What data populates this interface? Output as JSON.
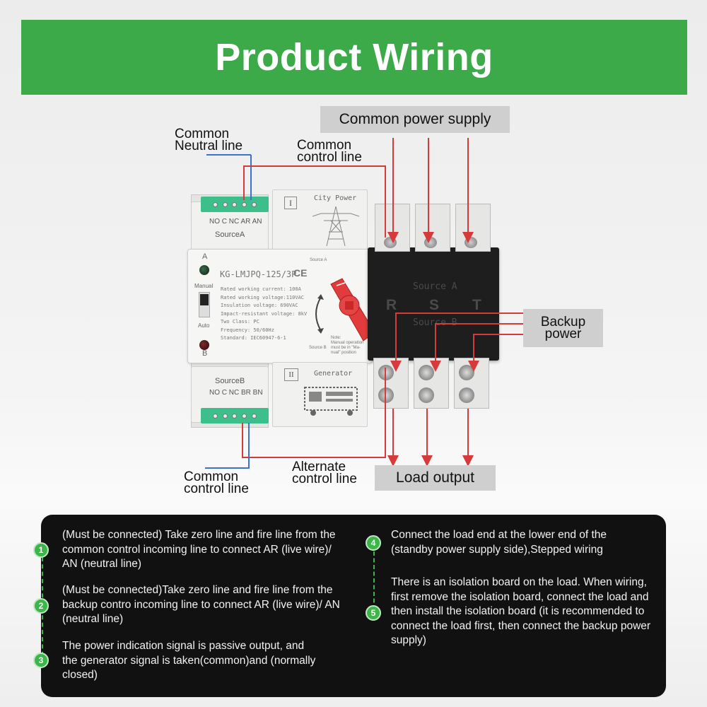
{
  "header": {
    "title": "Product Wiring"
  },
  "labels": {
    "common_power_supply": "Common power supply",
    "common_neutral_line": [
      "Common",
      "Neutral line"
    ],
    "common_control_line_top": [
      "Common",
      "control line"
    ],
    "backup_power": [
      "Backup",
      "power"
    ],
    "common_control_line_bottom": [
      "Common",
      "control line"
    ],
    "alternate_control_line": [
      "Alternate",
      "control line"
    ],
    "load_output": "Load output"
  },
  "device": {
    "model": "KG-LMJPQ-125/3P",
    "ce_mark": "CE",
    "terminals_a": "NO C NC AR AN",
    "source_a_label": "SourceA",
    "terminals_b": "NO C NC BR BN",
    "source_b_label": "SourceB",
    "indicator_a": "A",
    "indicator_b": "B",
    "manual": "Manual",
    "auto": "Auto",
    "city_power": "City Power",
    "roman_one": "I",
    "roman_two": "II",
    "generator": "Generator",
    "source_a_small": "Source A",
    "source_b_small": "Source B",
    "phase_r": "R",
    "phase_s": "S",
    "phase_t": "T",
    "block_source_a": "Source A",
    "block_source_b": "Source B",
    "specs": [
      "Rated working current:   100A",
      "Rated working voltage:110VAC",
      "Insulation voltage: 690VAC",
      "Impact-resistant voltage: 8kV",
      "Two Class:              PC",
      "Frequency:          50/60Hz",
      "Standard:       IEC60947-6-1"
    ],
    "note": [
      "Note:",
      "Manual operation",
      "must be in \"Ma-",
      "nual\" position"
    ]
  },
  "notes": {
    "steps": [
      {
        "num": "1",
        "text": "(Must be connected) Take zero line and fire line from the common control incoming line to connect AR (live wire)/ AN (neutral line)"
      },
      {
        "num": "2",
        "text": "(Must be connected)Take zero line and fire line from the backup contro incoming line to connect AR (live wire)/ AN (neutral line)"
      },
      {
        "num": "3",
        "text": "The power indication signal is passive output, and the generator signal is taken(common)and (normally closed)"
      },
      {
        "num": "4",
        "text": "Connect the load end at the lower end of the (standby power supply side),Stepped wiring"
      },
      {
        "num": "5",
        "text": "There is an isolation board on the load. When wiring, first remove the isolation board, connect the load and then install the isolation board (it is recommended to connect the load first, then connect the backup power supply)"
      }
    ]
  },
  "colors": {
    "header_green": "#3daa4a",
    "wire_red": "#d63a3a",
    "wire_blue": "#3a73c9",
    "terminal_green": "#3dbf8c",
    "panel_black": "#111111",
    "step_green": "#3db54a"
  }
}
